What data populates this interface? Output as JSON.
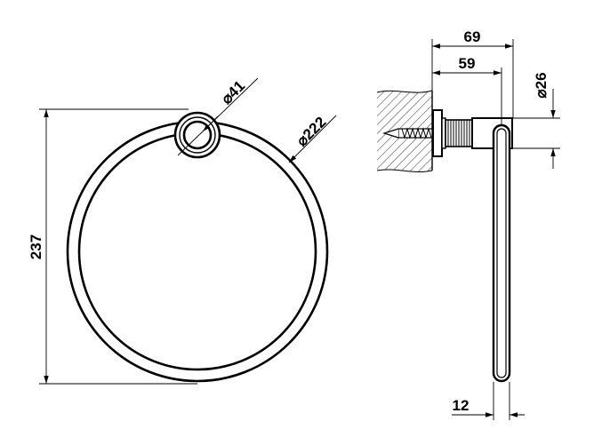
{
  "front_view": {
    "height_label": "237",
    "ring_diameter_label": "⌀222",
    "mount_diameter_label": "⌀41"
  },
  "side_view": {
    "overall_depth_label": "69",
    "inner_depth_label": "59",
    "tube_diameter_label": "⌀26",
    "rod_thickness_label": "12"
  }
}
